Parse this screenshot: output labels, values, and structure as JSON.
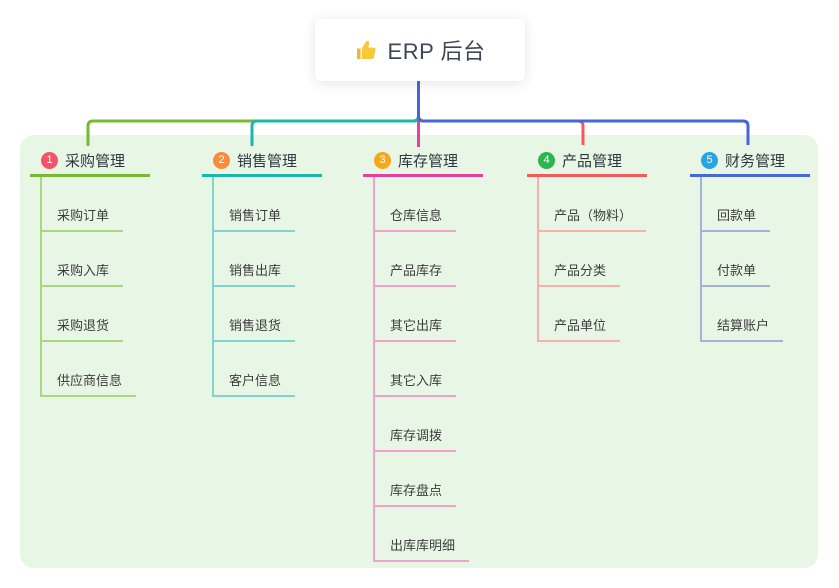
{
  "root": {
    "title": "ERP 后台",
    "icon": "thumbs-up-icon",
    "icon_color": "#f7c83c"
  },
  "canvas_color": "#e8f6e5",
  "root_connector_color": "#4767d6",
  "branches": [
    {
      "badge": "1",
      "label": "采购管理",
      "color": "#79b832",
      "light_color": "#a9d77f",
      "badge_color": "#f4526a",
      "children": [
        "采购订单",
        "采购入库",
        "采购退货",
        "供应商信息"
      ]
    },
    {
      "badge": "2",
      "label": "销售管理",
      "color": "#19b8aa",
      "light_color": "#7fd4cb",
      "badge_color": "#f98c3c",
      "children": [
        "销售订单",
        "销售出库",
        "销售退货",
        "客户信息"
      ]
    },
    {
      "badge": "3",
      "label": "库存管理",
      "color": "#e83f9e",
      "light_color": "#f3a0ce",
      "badge_color": "#f9a61a",
      "children": [
        "仓库信息",
        "产品库存",
        "其它出库",
        "其它入库",
        "库存调拨",
        "库存盘点",
        "出库库明细"
      ]
    },
    {
      "badge": "4",
      "label": "产品管理",
      "color": "#f25b5b",
      "light_color": "#f7b0ac",
      "badge_color": "#2db54d",
      "children": [
        "产品（物料）",
        "产品分类",
        "产品单位"
      ]
    },
    {
      "badge": "5",
      "label": "财务管理",
      "color": "#4767d6",
      "light_color": "#a3b2dd",
      "badge_color": "#29a3e3",
      "children": [
        "回款单",
        "付款单",
        "结算账户"
      ]
    }
  ]
}
